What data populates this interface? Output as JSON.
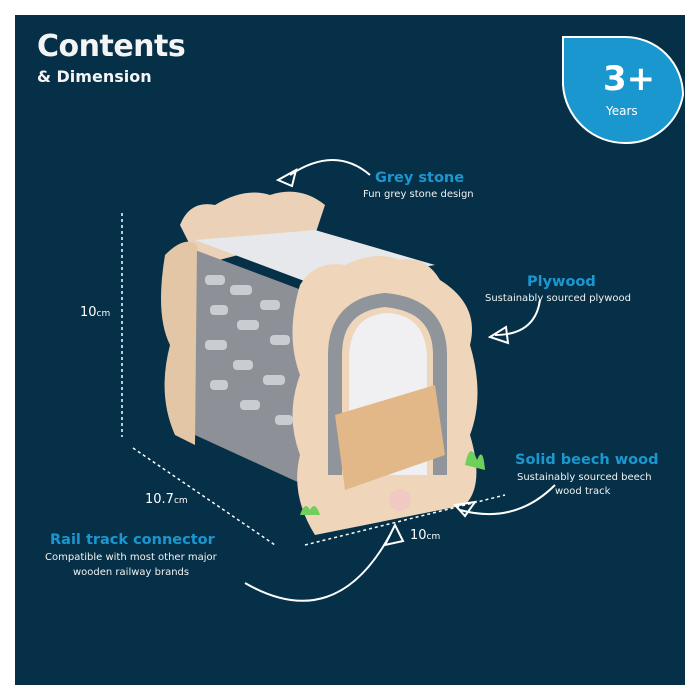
{
  "header": {
    "title": "Contents",
    "subtitle": "& Dimension"
  },
  "age_badge": {
    "value": "3+",
    "unit": "Years"
  },
  "features": [
    {
      "title": "Grey stone",
      "desc": "Fun grey stone design"
    },
    {
      "title": "Plywood",
      "desc": "Sustainably sourced plywood"
    },
    {
      "title": "Solid beech wood",
      "desc": "Sustainably sourced beech",
      "desc2": "wood track"
    },
    {
      "title": "Rail track connector",
      "desc": "Compatible with most other major",
      "desc2": "wooden railway brands"
    }
  ],
  "dimensions": {
    "height": "10",
    "depth": "10.7",
    "width": "10",
    "unit": "cm"
  },
  "colors": {
    "background": "#053047",
    "accent": "#1b97d0"
  }
}
